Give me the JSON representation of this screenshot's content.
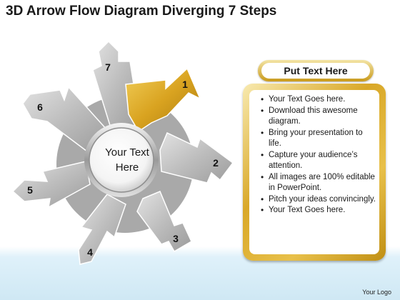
{
  "title": "3D Arrow Flow Diagram Diverging 7 Steps",
  "center": {
    "line1": "Your Text",
    "line2": "Here"
  },
  "steps": [
    "1",
    "2",
    "3",
    "4",
    "5",
    "6",
    "7"
  ],
  "panel": {
    "header": "Put Text Here",
    "bullets": [
      "Your Text Goes here.",
      "Download this awesome diagram.",
      "Bring your presentation to life.",
      "Capture your audience’s attention.",
      "All images are 100% editable in PowerPoint.",
      "Pitch your ideas convincingly.",
      "Your Text Goes here."
    ]
  },
  "footer": "Your Logo",
  "colors": {
    "highlight": "#d9a320",
    "arrow": "#b7b7b7",
    "panel_border": "#d9a828"
  }
}
